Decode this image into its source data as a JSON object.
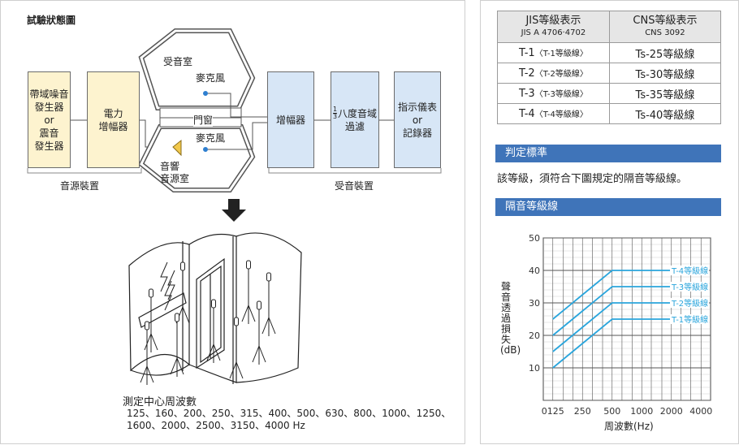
{
  "left": {
    "title": "試驗狀態圖",
    "source_boxes": {
      "noise": "帶域噪音\n發生器\nor\n震音\n發生器",
      "amp": "電力\n增幅器"
    },
    "rooms": {
      "receiving": "受音室",
      "mic_top": "麥克風",
      "door": "門窗",
      "mic_bottom": "麥克風",
      "source_room": "音響\n音源室"
    },
    "receive_boxes": {
      "amp": "增幅器",
      "filter_frac_num": "1",
      "filter_frac_den": "3",
      "filter_text": "八度音域",
      "filter_line2": "過濾",
      "meter": "指示儀表\nor\n記錄器"
    },
    "group_source": "音源裝置",
    "group_receive": "受音裝置",
    "freq_title": "測定中心周波數",
    "freq_line1": "125、160、200、250、315、400、500、630、800、1000、1250、",
    "freq_line2": "1600、2000、2500、3150、4000 Hz"
  },
  "right": {
    "table": {
      "headers": [
        {
          "main": "JIS等級表示",
          "sub": "JIS A 4706·4702"
        },
        {
          "main": "CNS等級表示",
          "sub": "CNS 3092"
        }
      ],
      "rows": [
        {
          "jis": "T-1",
          "jis_sub": "〈T-1等級線〉",
          "cns": "Ts-25等級線"
        },
        {
          "jis": "T-2",
          "jis_sub": "〈T-2等級線〉",
          "cns": "Ts-30等級線"
        },
        {
          "jis": "T-3",
          "jis_sub": "〈T-3等級線〉",
          "cns": "Ts-35等級線"
        },
        {
          "jis": "T-4",
          "jis_sub": "〈T-4等級線〉",
          "cns": "Ts-40等級線"
        }
      ]
    },
    "criteria_title": "判定標準",
    "criteria_text": "該等級，須符合下圖規定的隔音等級線。",
    "chart_title": "隔音等級線"
  },
  "chart_data": {
    "type": "line",
    "title": "",
    "xlabel": "周波數(Hz)",
    "ylabel": "聲音透過損失(dB)",
    "x": [
      125,
      250,
      500,
      1000,
      2000,
      4000
    ],
    "x_tick_labels": [
      "0125",
      "250",
      "500",
      "1000",
      "2000",
      "4000"
    ],
    "x_scale": "log",
    "ylim": [
      0,
      50
    ],
    "y_ticks": [
      10,
      20,
      30,
      40,
      50
    ],
    "grid": true,
    "series": [
      {
        "name": "T-1等級線",
        "values": [
          10,
          17.5,
          25,
          25,
          25,
          25
        ]
      },
      {
        "name": "T-2等級線",
        "values": [
          15,
          22.5,
          30,
          30,
          30,
          30
        ]
      },
      {
        "name": "T-3等級線",
        "values": [
          20,
          27.5,
          35,
          35,
          35,
          35
        ]
      },
      {
        "name": "T-4等級線",
        "values": [
          25,
          32.5,
          40,
          40,
          40,
          40
        ]
      }
    ],
    "line_color": "#2aa5dc"
  }
}
